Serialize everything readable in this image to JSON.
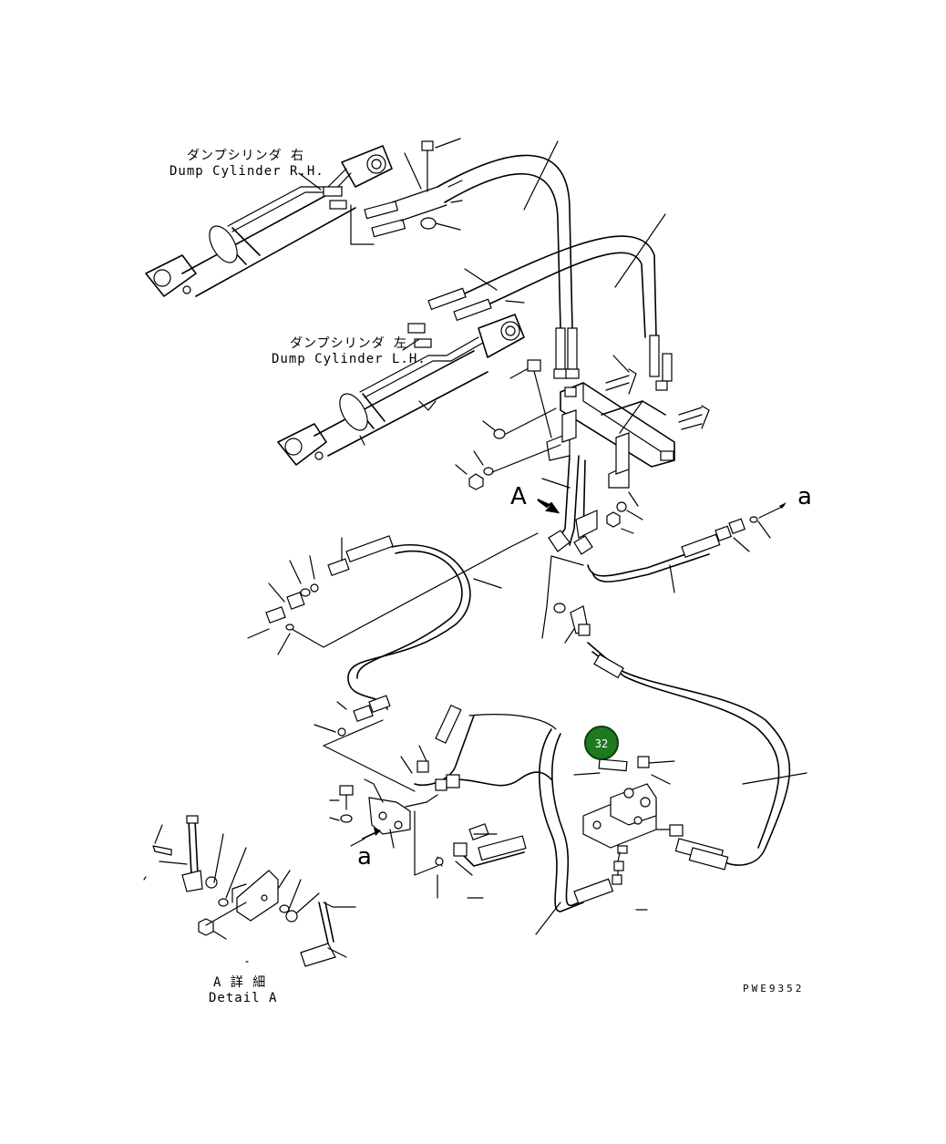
{
  "labels": {
    "cyl_rh_jp": "ダンプシリンダ 右",
    "cyl_rh_en": "Dump Cylinder R.H.",
    "cyl_lh_jp": "ダンプシリンダ 左",
    "cyl_lh_en": "Dump Cylinder L.H.",
    "view_a": "A",
    "conn_a_upper": "a",
    "conn_a_lower": "a",
    "detail_jp": "A 詳 細",
    "detail_en": "Detail A",
    "drawing_no": "PWE9352"
  },
  "callout": {
    "number": "32",
    "color": "#1f7a1f",
    "ring_color": "#0b3d0b",
    "text_color": "#ffffff"
  }
}
